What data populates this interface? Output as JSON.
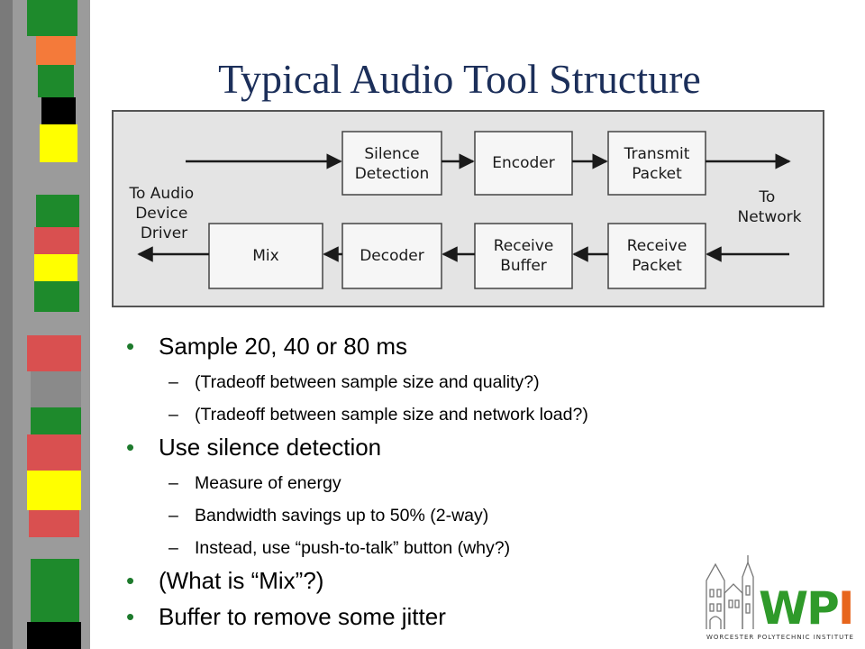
{
  "slide": {
    "title": "Typical Audio Tool Structure"
  },
  "diagram": {
    "top_row": [
      "Silence|Detection",
      "Encoder",
      "Transmit|Packet"
    ],
    "bottom_row": [
      "Mix",
      "Decoder",
      "Receive|Buffer",
      "Receive|Packet"
    ],
    "left_label": [
      "To Audio",
      "Device",
      "Driver"
    ],
    "right_label": [
      "To",
      "Network"
    ]
  },
  "bullets": [
    {
      "text": "Sample 20, 40 or 80 ms",
      "sub": [
        "(Tradeoff between sample size and quality?)",
        "(Tradeoff between sample size and network load?)"
      ]
    },
    {
      "text": "Use silence detection",
      "sub": [
        "Measure of energy",
        "Bandwidth savings up to 50% (2-way)",
        "Instead, use “push-to-talk” button (why?)"
      ]
    },
    {
      "text": "(What is “Mix”?)",
      "sub": []
    },
    {
      "text": "Buffer to remove some jitter",
      "sub": []
    }
  ],
  "logo": {
    "text": "WPI",
    "subtext": "WORCESTER POLYTECHNIC INSTITUTE"
  },
  "colors": {
    "title": "#1c2f5a",
    "bullet": "#1d7a2c",
    "diagram_bg": "#e4e4e4",
    "box_bg": "#f6f6f6",
    "logo_green": "#2f9a2a",
    "logo_orange": "#e7651c"
  },
  "stripe_colors": [
    "#1e8a2c",
    "#f47a3a",
    "#000000",
    "#ffff00",
    "#d95050",
    "#8a8a8a"
  ]
}
